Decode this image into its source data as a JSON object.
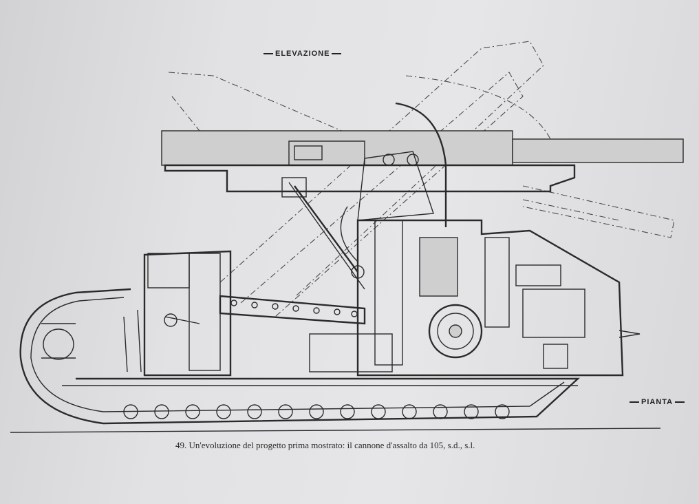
{
  "labels": {
    "elevation": "ELEVAZIONE",
    "plan": "PIANTA"
  },
  "caption": "49. Un'evoluzione del progetto prima mostrato: il cannone d'assalto da 105, s.d., s.l."
}
